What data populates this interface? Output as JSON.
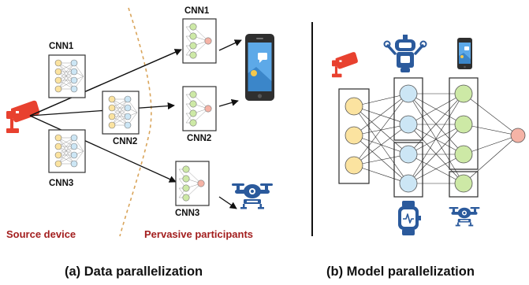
{
  "panel_a": {
    "caption": "(a) Data parallelization",
    "source_label": "Source device",
    "participants_label": "Pervasive participants",
    "cnn_labels": {
      "src_top": "CNN1",
      "src_mid": "CNN2",
      "src_bot": "CNN3",
      "dst_top": "CNN1",
      "dst_mid": "CNN2",
      "dst_bot": "CNN3"
    }
  },
  "panel_b": {
    "caption": "(b) Model parallelization"
  },
  "colors": {
    "camera": "#e8412f",
    "label_red": "#a31e1e",
    "input_node": "#fbe3a0",
    "hidden_node": "#cce6f5",
    "participant_node": "#cde9a6",
    "output_node": "#f5b3a6",
    "device_blue": "#2b5a9c",
    "dashed_divider": "#d9a45a"
  },
  "icons": [
    "camera-icon",
    "phone-icon",
    "drone-icon",
    "robot-icon",
    "smartwatch-icon"
  ]
}
